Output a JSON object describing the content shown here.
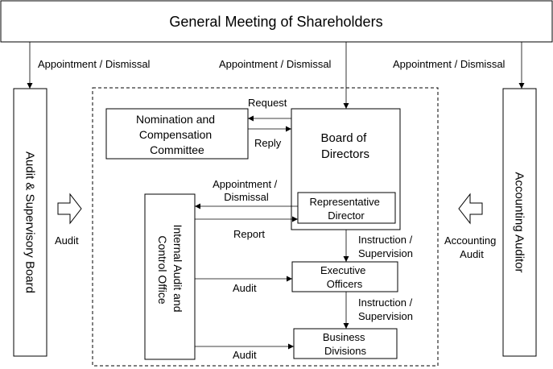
{
  "nodes": {
    "shareholders": "General Meeting of Shareholders",
    "audit_board": "Audit & Supervisory Board",
    "accounting_auditor": "Accounting Auditor",
    "nomination": [
      "Nomination and",
      "Compensation",
      "Committee"
    ],
    "board": [
      "Board of",
      "Directors"
    ],
    "representative": [
      "Representative",
      "Director"
    ],
    "internal_audit": [
      "Internal Audit and",
      "Control Office"
    ],
    "executive": [
      "Executive",
      "Officers"
    ],
    "business": [
      "Business",
      "Divisions"
    ]
  },
  "labels": {
    "appointment_left": "Appointment / Dismissal",
    "appointment_center": "Appointment / Dismissal",
    "appointment_right": "Appointment / Dismissal",
    "request": "Request",
    "reply": "Reply",
    "appointment_internal": [
      "Appointment /",
      "Dismissal"
    ],
    "report": "Report",
    "audit_left": "Audit",
    "accounting_audit": [
      "Accounting",
      "Audit"
    ],
    "instruction_1": [
      "Instruction /",
      "Supervision"
    ],
    "instruction_2": [
      "Instruction /",
      "Supervision"
    ],
    "audit_exec": "Audit",
    "audit_business": "Audit"
  }
}
